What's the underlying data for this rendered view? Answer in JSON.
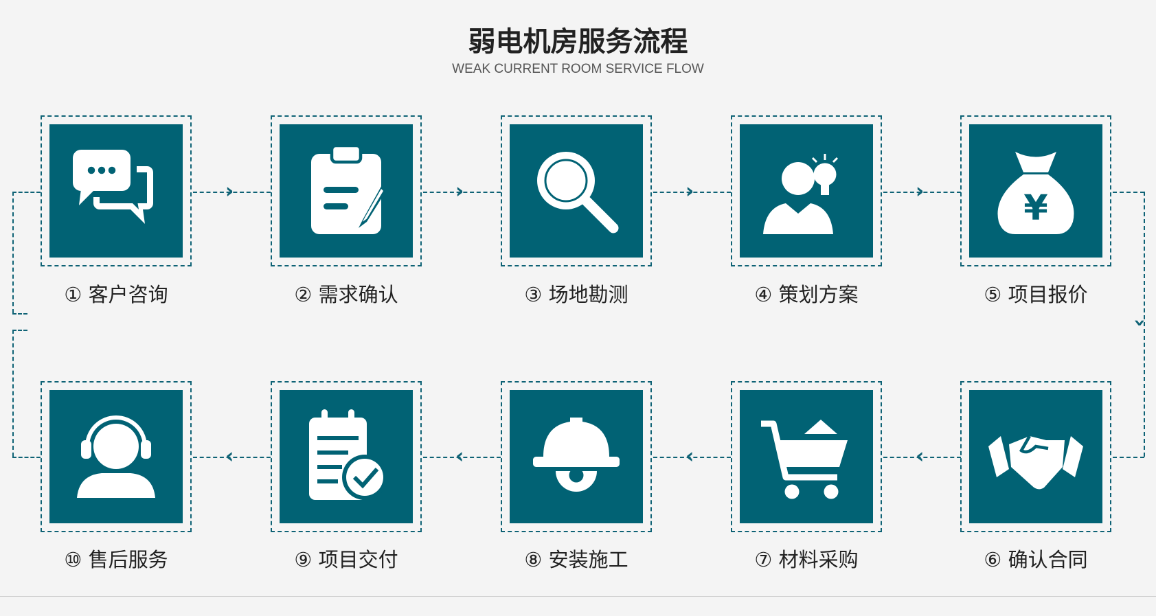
{
  "title": "弱电机房服务流程",
  "subtitle": "WEAK CURRENT ROOM SERVICE FLOW",
  "steps": [
    {
      "label": "① 客户咨询",
      "icon": "chat-bubbles-icon"
    },
    {
      "label": "② 需求确认",
      "icon": "clipboard-pen-icon"
    },
    {
      "label": "③ 场地勘测",
      "icon": "magnifier-icon"
    },
    {
      "label": "④ 策划方案",
      "icon": "person-lightbulb-icon"
    },
    {
      "label": "⑤ 项目报价",
      "icon": "money-bag-yen-icon"
    },
    {
      "label": "⑥ 确认合同",
      "icon": "handshake-icon"
    },
    {
      "label": "⑦ 材料采购",
      "icon": "shopping-cart-icon"
    },
    {
      "label": "⑧ 安装施工",
      "icon": "hard-hat-gear-icon"
    },
    {
      "label": "⑨ 项目交付",
      "icon": "checklist-done-icon"
    },
    {
      "label": "⑩ 售后服务",
      "icon": "headset-user-icon"
    }
  ],
  "accent": "#016274",
  "yen": "¥"
}
